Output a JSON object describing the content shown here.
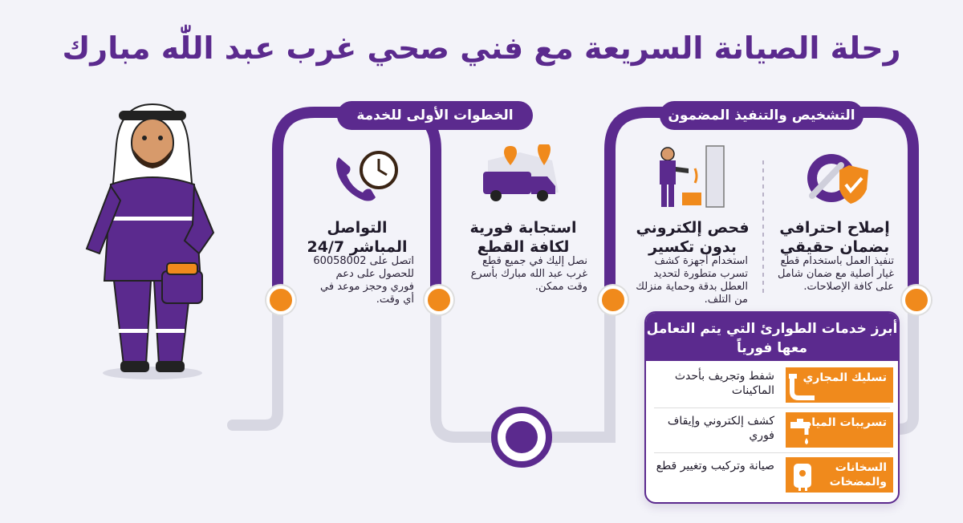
{
  "title": "رحلة الصيانة السريعة مع فني صحي غرب عبد اللّٰه مبارك",
  "sections": {
    "first_steps": "الخطوات الأولى للخدمة",
    "diagnosis": "التشخيص والتنفيذ المضمون"
  },
  "steps": [
    {
      "title": "التواصل المباشر 24/7",
      "desc": "اتصل على 60058002 للحصول على دعم فوري وحجز موعد في أي وقت.",
      "icon": "phone-clock-icon"
    },
    {
      "title": "استجابة فورية لكافة القطع",
      "desc": "نصل إليك في جميع قطع غرب عبد الله مبارك بأسرع وقت ممكن.",
      "icon": "van-map-icon"
    },
    {
      "title": "فحص إلكتروني بدون تكسير",
      "desc": "استخدام أجهزة كشف تسرب متطورة لتحديد العطل بدقة وحماية منزلك من التلف.",
      "icon": "technician-scan-icon"
    },
    {
      "title": "إصلاح احترافي بضمان حقيقي",
      "desc": "تنفيذ العمل باستخدام قطع غيار أصلية مع ضمان شامل على كافة الإصلاحات.",
      "icon": "gear-wrench-shield-icon"
    }
  ],
  "panel": {
    "title": "أبرز خدمات الطوارئ التي يتم التعامل معها فورياً",
    "rows": [
      {
        "category": "تسليك المجاري",
        "desc": "شفط وتجريف بأحدث الماكينات",
        "icon": "pipe-icon"
      },
      {
        "category": "تسريبات المياه",
        "desc": "كشف إلكتروني وإيقاف فوري",
        "icon": "faucet-icon"
      },
      {
        "category": "السخانات والمضخات",
        "desc": "صيانة وتركيب وتغيير قطع",
        "icon": "water-heater-icon"
      }
    ]
  },
  "colors": {
    "purple": "#5b2a8e",
    "orange": "#f08a1c",
    "track": "#d7d7e2",
    "background": "#f3f3f9"
  }
}
